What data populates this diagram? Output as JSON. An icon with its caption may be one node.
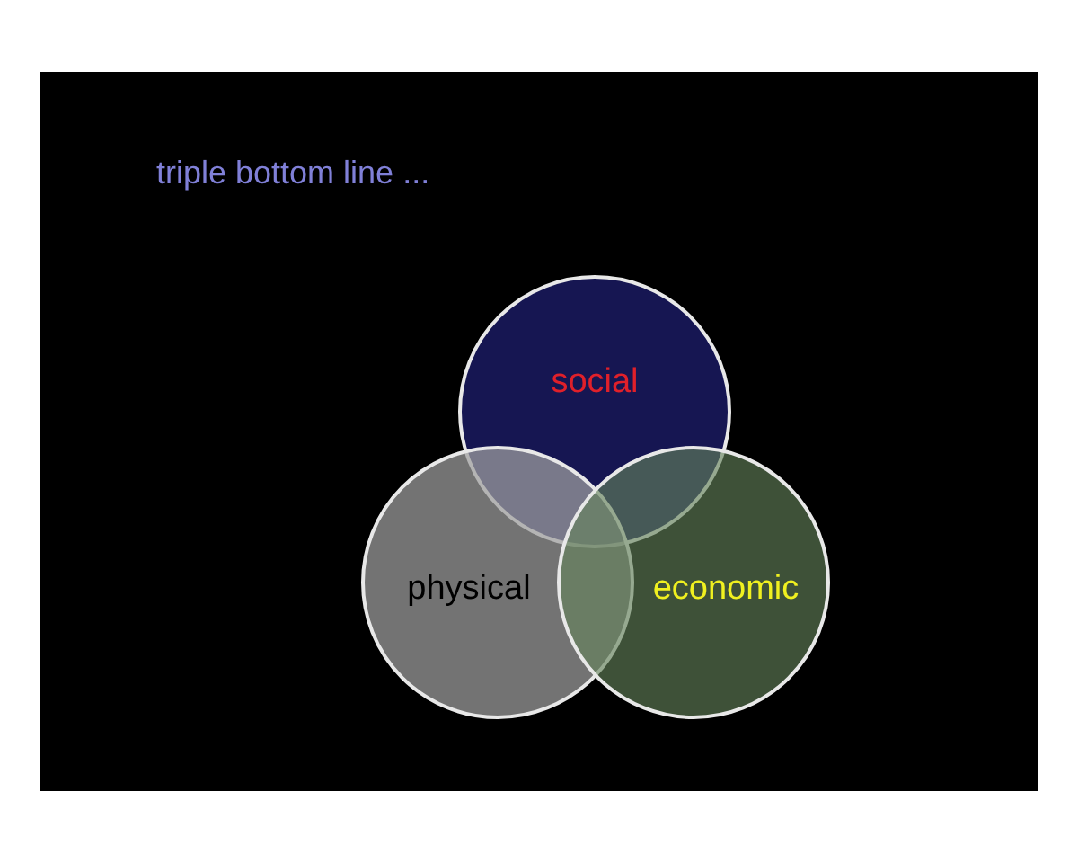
{
  "diagram": {
    "title": "triple bottom line ...",
    "nodes": [
      {
        "text": [
          "social"
        ]
      },
      {
        "text": [
          "physical"
        ]
      },
      {
        "text": [
          "economic"
        ]
      }
    ]
  }
}
